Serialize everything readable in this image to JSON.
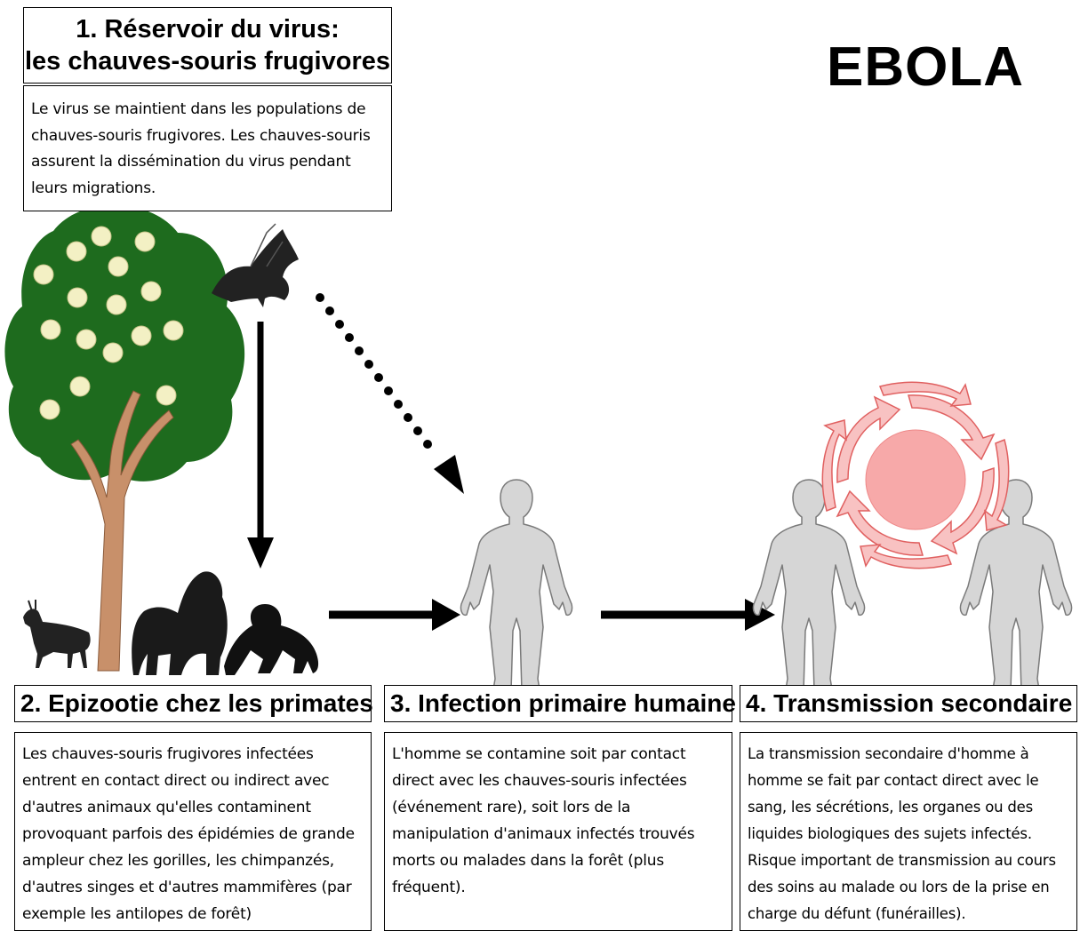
{
  "main_title": "EBOLA",
  "reservoir": {
    "title_line1": "1. Réservoir du virus:",
    "title_line2": "les chauves-souris frugivores",
    "desc_lines": [
      "Le virus se maintient dans les populations de",
      "chauves-souris frugivores. Les chauves-souris",
      "assurent la dissémination du virus pendant",
      "leurs migrations."
    ]
  },
  "stages": [
    {
      "heading": "2. Epizootie chez les primates",
      "desc_lines": [
        "Les chauves-souris frugivores infectées",
        "entrent en contact direct ou indirect avec",
        "d'autres animaux qu'elles contaminent",
        "provoquant parfois des épidémies de grande",
        "ampleur chez les gorilles, les chimpanzés,",
        "d'autres singes et d'autres mammifères (par",
        "exemple les antilopes de forêt)"
      ]
    },
    {
      "heading": "3. Infection primaire humaine",
      "desc_lines": [
        "L'homme se contamine soit par contact",
        "direct avec les chauves-souris infectées",
        "(événement rare), soit lors de la",
        "manipulation d'animaux infectés trouvés",
        "morts ou malades dans la forêt (plus",
        "fréquent)."
      ]
    },
    {
      "heading": "4. Transmission secondaire",
      "desc_lines": [
        "La transmission secondaire d'homme à",
        "homme se fait par contact direct avec le",
        "sang, les sécrétions, les organes ou des",
        "liquides biologiques des sujets infectés.",
        "Risque important de transmission au cours",
        "des soins au malade ou lors de la prise en",
        "charge du défunt (funérailles)."
      ]
    }
  ],
  "colors": {
    "tree_foliage": "#1e6b1e",
    "fruit": "#f3f0c4",
    "trunk": "#c8906a",
    "human": "#d6d6d6",
    "human_outline": "#7a7a7a",
    "swirl": "#f4a0a0",
    "swirl_center": "#f7a9a9"
  }
}
